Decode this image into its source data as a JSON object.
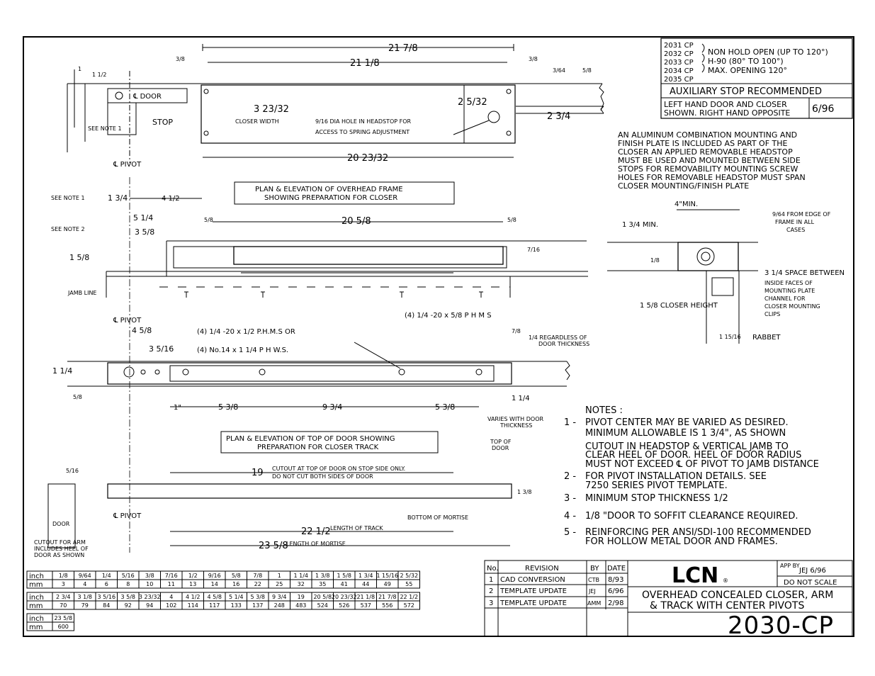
{
  "models": {
    "codes": [
      "2031 CP",
      "2032 CP",
      "2033 CP",
      "2034 CP",
      "2035 CP"
    ],
    "descriptions": [
      "NON HOLD OPEN (UP TO 120°)",
      "H-90 (80° TO 100°)",
      "MAX. OPENING 120°"
    ],
    "aux_stop": "AUXILIARY STOP RECOMMENDED",
    "hand_note_1": "LEFT HAND DOOR AND CLOSER",
    "hand_note_2": "SHOWN. RIGHT HAND OPPOSITE",
    "hand_date": "6/96"
  },
  "mounting_note": [
    "AN ALUMINUM COMBINATION MOUNTING AND",
    "FINISH PLATE IS INCLUDED AS PART OF THE",
    "CLOSER  AN APPLIED REMOVABLE HEADSTOP",
    "MUST BE USED AND MOUNTED BETWEEN SIDE",
    "STOPS FOR REMOVABILITY  MOUNTING SCREW",
    "HOLES FOR REMOVABLE HEADSTOP MUST SPAN",
    "CLOSER MOUNTING/FINISH PLATE"
  ],
  "plate_view": {
    "dim_overall": "21 7/8",
    "dim_holes": "21 1/8",
    "dim_left_offset": "3/8",
    "dim_right_offset": "3/8",
    "dim_3_64": "3/64",
    "dim_5_8": "5/8",
    "dim_bottom": "20 23/32",
    "dim_width": "3 23/32",
    "closer_width_label": "CLOSER WIDTH",
    "hole_dim": "2 5/32",
    "dim_2_3_4": "2 3/4",
    "hole_note_1": "9/16 DIA  HOLE IN HEADSTOP FOR",
    "hole_note_2": "ACCESS TO SPRING ADJUSTMENT",
    "door_label": "℄ DOOR",
    "stop_label": "STOP",
    "see_note": "SEE NOTE 1",
    "dim_1_half": "1 1/2"
  },
  "frame_title": [
    "PLAN & ELEVATION OF OVERHEAD FRAME",
    "SHOWING PREPARATION FOR CLOSER"
  ],
  "frame_view": {
    "pivot": "℄ PIVOT",
    "see_note_1": "SEE NOTE 1",
    "see_note_2": "SEE NOTE 2",
    "dim_1_3_4": "1 3/4",
    "dim_4_half": "4 1/2",
    "dim_5_1_4": "5 1/4",
    "dim_3_5_8": "3 5/8",
    "dim_1_5_8": "1 5/8",
    "dim_20_5_8": "20 5/8",
    "dim_left_5_8": "5/8",
    "dim_right_5_8": "5/8",
    "dim_7_16": "7/16",
    "jamb_line": "JAMB LINE",
    "screws_phms": "(4)  1/4 -20 x  5/8   P H M S"
  },
  "section_view": {
    "dim_4_min": "4\"MIN.",
    "dim_9_64": "9/64 FROM EDGE OF",
    "frame_in_all": "FRAME IN ALL",
    "cases": "CASES",
    "dim_1_3_4_min": "1 3/4 MIN.",
    "dim_1_8": "1/8",
    "space_label": [
      "3 1/4 SPACE BETWEEN",
      "INSIDE FACES OF",
      "MOUNTING PLATE",
      "CHANNEL FOR",
      "CLOSER MOUNTING",
      "CLIPS"
    ],
    "closer_height": "1 5/8  CLOSER HEIGHT",
    "rabbet_dim": "1 15/16",
    "rabbet": "RABBET"
  },
  "door_view": {
    "pivot": "℄ PIVOT",
    "dim_4_5_8": "4 5/8",
    "dim_3_5_16": "3 5/16",
    "screws_1": "(4)   1/4 -20 x  1/2   P.H.M.S  OR",
    "screws_2": "(4)  No.14 x 1 1/4   P H W.S.",
    "dim_7_8": "7/8",
    "regardless": "1/4  REGARDLESS OF",
    "door_thickness": "DOOR THICKNESS",
    "dim_1_1_4": "1 1/4",
    "dim_5_8": "5/8",
    "dim_1in": "1\"",
    "dim_5_3_8a": "5 3/8",
    "dim_9_3_4": "9 3/4",
    "dim_5_3_8b": "5 3/8",
    "dim_1_1_4_b": "1 1/4",
    "varies_1": "VARIES WITH DOOR",
    "varies_2": "THICKNESS"
  },
  "door_title": [
    "PLAN & ELEVATION OF TOP OF DOOR SHOWING",
    "PREPARATION FOR CLOSER TRACK"
  ],
  "track_view": {
    "top_of_door": [
      "TOP OF",
      "DOOR"
    ],
    "dim_19": "19",
    "cutout_note_1": "CUTOUT AT TOP OF DOOR ON STOP SIDE ONLY.",
    "cutout_note_2": "DO NOT CUT BOTH SIDES OF DOOR",
    "dim_5_16": "5/16",
    "dim_1_3_8": "1 3/8",
    "pivot": "℄ PIVOT",
    "bottom_mortise": "BOTTOM OF MORTISE",
    "dim_22_half": "22 1/2",
    "length_track": "LENGTH OF TRACK",
    "dim_23_5_8": "23 5/8",
    "length_mortise": "LENGTH OF MORTISE",
    "door_label": "DOOR",
    "cutout_arm": [
      "CUTOUT FOR ARM",
      "INCLUDES HEEL OF",
      "DOOR AS SHOWN"
    ]
  },
  "notes": {
    "heading": "NOTES :",
    "items": [
      {
        "num": "1 -",
        "lines": [
          "PIVOT CENTER MAY BE VARIED AS DESIRED.",
          "MINIMUM ALLOWABLE IS 1 3/4\", AS SHOWN",
          "CUTOUT IN HEADSTOP & VERTICAL JAMB TO",
          "CLEAR HEEL OF DOOR. HEEL OF DOOR RADIUS",
          "MUST NOT EXCEED ℄ OF PIVOT TO JAMB DISTANCE"
        ]
      },
      {
        "num": "2 -",
        "lines": [
          "FOR PIVOT INSTALLATION DETAILS. SEE",
          "7250 SERIES PIVOT TEMPLATE."
        ]
      },
      {
        "num": "3 -",
        "lines": [
          "MINIMUM STOP THICKNESS 1/2"
        ]
      },
      {
        "num": "4 -",
        "lines": [
          "1/8 \"DOOR TO SOFFIT CLEARANCE REQUIRED."
        ]
      },
      {
        "num": "5 -",
        "lines": [
          "REINFORCING PER ANSI/SDI-100 RECOMMENDED",
          "FOR HOLLOW METAL DOOR AND FRAMES."
        ]
      }
    ]
  },
  "conversion": {
    "rows": [
      {
        "inch": [
          "1/8",
          "9/64",
          "1/4",
          "5/16",
          "3/8",
          "7/16",
          "1/2",
          "9/16",
          "5/8",
          "7/8",
          "1",
          "1 1/4",
          "1 3/8",
          "1 5/8",
          "1 3/4",
          "1 15/16",
          "2 5/32"
        ],
        "mm": [
          "3",
          "4",
          "6",
          "8",
          "10",
          "11",
          "13",
          "14",
          "16",
          "22",
          "25",
          "32",
          "35",
          "41",
          "44",
          "49",
          "55"
        ]
      },
      {
        "inch": [
          "2 3/4",
          "3 1/8",
          "3 5/16",
          "3 5/8",
          "3 23/32",
          "4",
          "4 1/2",
          "4 5/8",
          "5 1/4",
          "5 3/8",
          "9 3/4",
          "19",
          "20 5/8",
          "20 23/32",
          "21 1/8",
          "21 7/8",
          "22 1/2"
        ],
        "mm": [
          "70",
          "79",
          "84",
          "92",
          "94",
          "102",
          "114",
          "117",
          "133",
          "137",
          "248",
          "483",
          "524",
          "526",
          "537",
          "556",
          "572"
        ]
      },
      {
        "inch": [
          "23 5/8"
        ],
        "mm": [
          "600"
        ]
      }
    ],
    "inch_label": "inch",
    "mm_label": "mm"
  },
  "revisions": {
    "headers": [
      "No.",
      "REVISION",
      "BY",
      "DATE"
    ],
    "rows": [
      [
        "1",
        "CAD CONVERSION",
        "CTB",
        "8/93"
      ],
      [
        "2",
        "TEMPLATE UPDATE",
        "JEJ",
        "6/96"
      ],
      [
        "3",
        "TEMPLATE UPDATE",
        "AMM",
        "2/98"
      ]
    ]
  },
  "title_block": {
    "logo": "LCN",
    "app_by": "APP BY",
    "app_value": "JEJ 6/96",
    "do_not_scale": "DO NOT SCALE",
    "title_1": "OVERHEAD CONCEALED CLOSER, ARM",
    "title_2": "& TRACK WITH CENTER PIVOTS",
    "number": "2030-CP"
  }
}
